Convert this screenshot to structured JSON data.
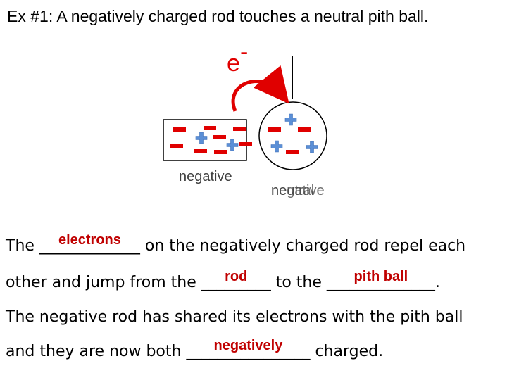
{
  "title": "Ex #1:  A negatively charged rod touches a neutral pith ball.",
  "diagram": {
    "electron_symbol": "e",
    "electron_sign": "-",
    "rod_label": "negative",
    "ball_label_old": "neutral",
    "ball_label_new": "negative",
    "charge_color": "#e00000",
    "plus_color": "#5b8fd6"
  },
  "sentences": {
    "l1_pre": "The ",
    "l1_blank": "_____________",
    "l1_post": " on the negatively charged rod repel each",
    "l2_pre": "other and jump from the ",
    "l2_blank1": "_________",
    "l2_mid": " to the ",
    "l2_blank2": "______________",
    "l2_post": ".",
    "l3": "The negative rod has shared its electrons with the pith ball",
    "l4_pre": "and they are now both ",
    "l4_blank": "________________",
    "l4_post": " charged."
  },
  "answers": {
    "a1": "electrons",
    "a2": "rod",
    "a3": "pith ball",
    "a4": "negatively",
    "color": "#c00000"
  }
}
